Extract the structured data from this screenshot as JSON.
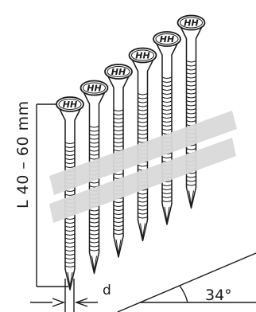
{
  "diagram": {
    "nail_count": 6,
    "head_marking": "HH",
    "labels": {
      "length": "L 40 – 60 mm",
      "diameter": "d",
      "angle": "34°"
    },
    "colors": {
      "stroke": "#1a1a1a",
      "strip": "#d9d9d9",
      "background": "#ffffff"
    }
  }
}
